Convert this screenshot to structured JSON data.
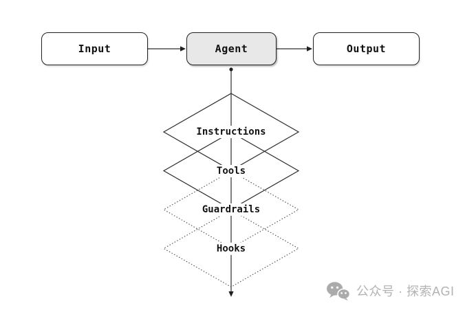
{
  "diagram": {
    "nodes": {
      "input": "Input",
      "agent": "Agent",
      "output": "Output"
    },
    "layers": [
      {
        "label": "Instructions",
        "border": "solid"
      },
      {
        "label": "Tools",
        "border": "solid"
      },
      {
        "label": "Guardrails",
        "border": "dotted"
      },
      {
        "label": "Hooks",
        "border": "dotted"
      }
    ],
    "colors": {
      "agent_fill": "#e8e8e8",
      "node_fill": "#ffffff",
      "stroke": "#2b2b2b",
      "watermark_gray": "#b3b3b3"
    }
  },
  "watermark": {
    "icon": "wechat-logo",
    "text": "公众号 · 探索AGI"
  }
}
